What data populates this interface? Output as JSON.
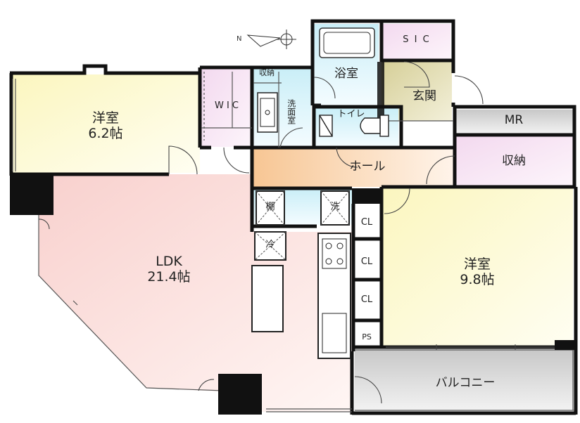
{
  "rooms": {
    "western_room_1": "洋室\n6.2帖",
    "wic": "W I C",
    "storage_small": "収納",
    "washroom": "洗面室",
    "bathroom": "浴室",
    "sic": "S I C",
    "entrance": "玄関",
    "mr": "MR",
    "toilet": "トイレ",
    "storage": "収納",
    "hall": "ホール",
    "shelf": "棚",
    "washing": "洗",
    "fridge": "冷",
    "ldk": "LDK\n21.4帖",
    "cl_1": "CL",
    "cl_2": "CL",
    "cl_3": "CL",
    "ps": "PS",
    "western_room_2": "洋室\n9.8帖",
    "balcony": "バルコニー"
  },
  "colors": {
    "western_room_1": "#fbf8d0",
    "wic": "#f6e4f2",
    "wet_area": "#d6f2f8",
    "sic": "#f6e4f2",
    "entrance": "#dcd7ac",
    "mr": "#d8d8d8",
    "storage": "#f6e4f2",
    "hall": "#f8d6ae",
    "ldk": "#f9d8d4",
    "western_room_2": "#fbf8d0",
    "balcony": "#d8d8d8",
    "wall": "#111111"
  }
}
